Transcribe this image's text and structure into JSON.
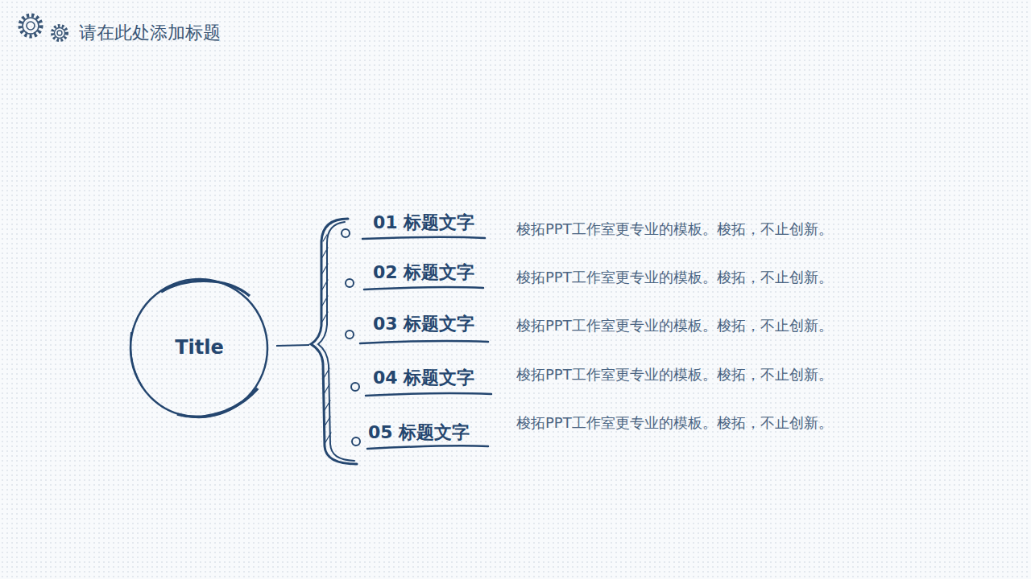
{
  "diagram": {
    "title": "请在此处添加标题",
    "nodes": [
      {
        "text": [
          "Title"
        ]
      }
    ],
    "labels": [
      "01 标题文字",
      "梭拓PPT工作室更专业的模板。梭拓，不止创新。",
      "02 标题文字",
      "梭拓PPT工作室更专业的模板。梭拓，不止创新。",
      "03 标题文字",
      "梭拓PPT工作室更专业的模板。梭拓，不止创新。",
      "04 标题文字",
      "梭拓PPT工作室更专业的模板。梭拓，不止创新。",
      "05 标题文字",
      "梭拓PPT工作室更专业的模板。梭拓，不止创新。"
    ]
  }
}
